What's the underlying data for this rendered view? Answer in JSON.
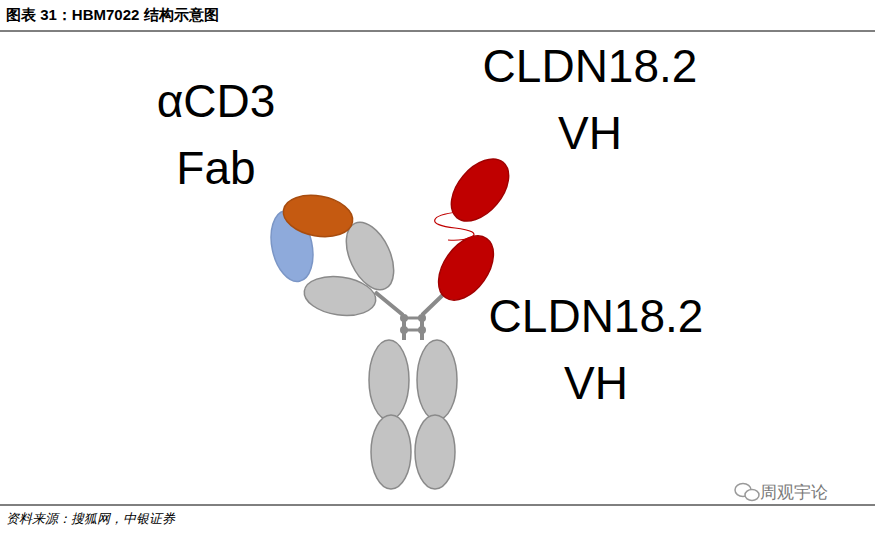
{
  "diagram": {
    "title": "图表 31：HBM7022 结构示意图",
    "caption": "资料来源：搜狐网，中银证券",
    "labels": [
      "αCD3 Fab",
      "CLDN18.2 VH",
      "CLDN18.2 VH",
      "周观宇论"
    ]
  }
}
